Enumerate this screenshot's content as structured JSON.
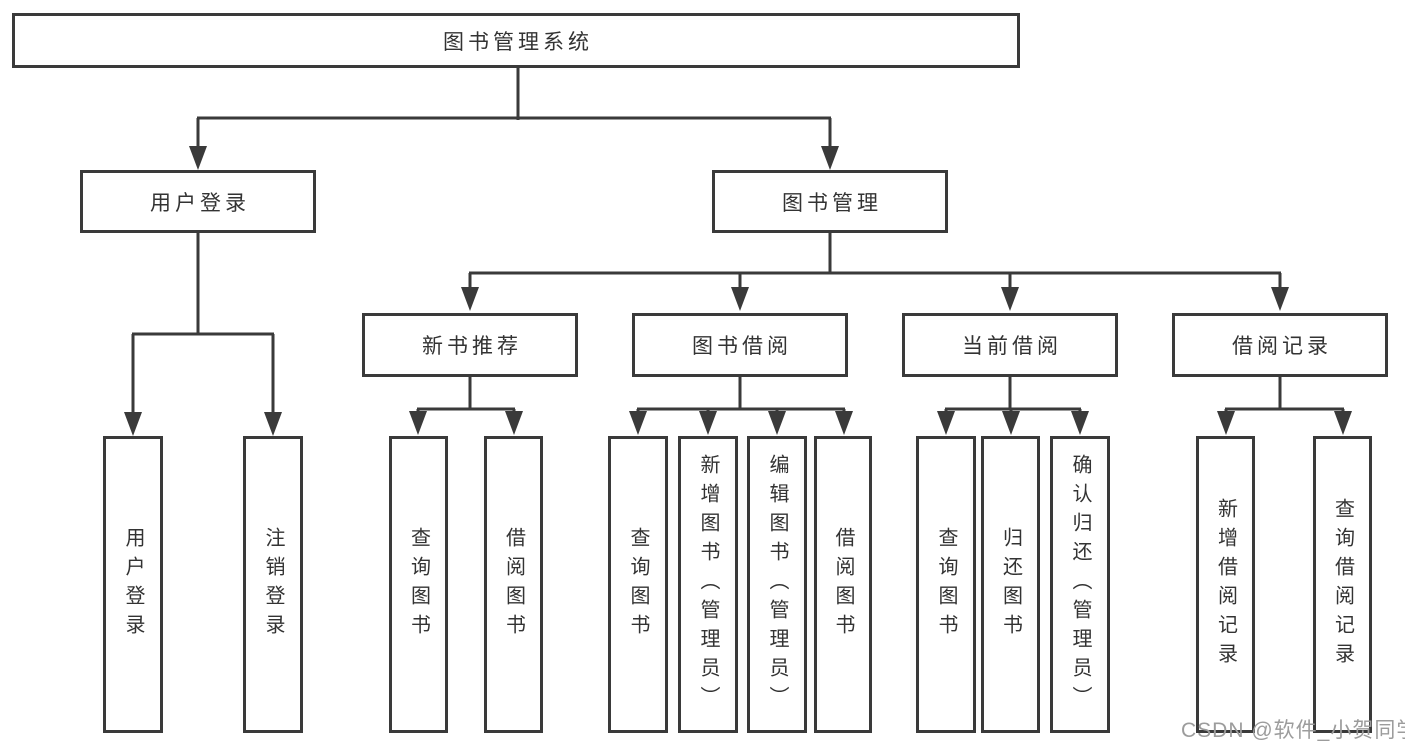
{
  "diagram": {
    "type": "tree",
    "root": {
      "label": "图书管理系统",
      "children": [
        {
          "label": "用户登录",
          "children": [
            {
              "label": "用户登录"
            },
            {
              "label": "注销登录"
            }
          ]
        },
        {
          "label": "图书管理",
          "children": [
            {
              "label": "新书推荐",
              "children": [
                {
                  "label": "查询图书"
                },
                {
                  "label": "借阅图书"
                }
              ]
            },
            {
              "label": "图书借阅",
              "children": [
                {
                  "label": "查询图书"
                },
                {
                  "label": "新增图书（管理员）"
                },
                {
                  "label": "编辑图书（管理员）"
                },
                {
                  "label": "借阅图书"
                }
              ]
            },
            {
              "label": "当前借阅",
              "children": [
                {
                  "label": "查询图书"
                },
                {
                  "label": "归还图书"
                },
                {
                  "label": "确认归还（管理员）"
                }
              ]
            },
            {
              "label": "借阅记录",
              "children": [
                {
                  "label": "新增借阅记录"
                },
                {
                  "label": "查询借阅记录"
                }
              ]
            }
          ]
        }
      ]
    },
    "colors": {
      "line": "#3a3a3a",
      "box_border": "#3a3a3a",
      "box_fill": "#ffffff",
      "text": "#333333",
      "background": "#ffffff"
    }
  },
  "watermark": {
    "text": "CSDN @软件_小贺同学",
    "color": "#9c9c9c"
  }
}
